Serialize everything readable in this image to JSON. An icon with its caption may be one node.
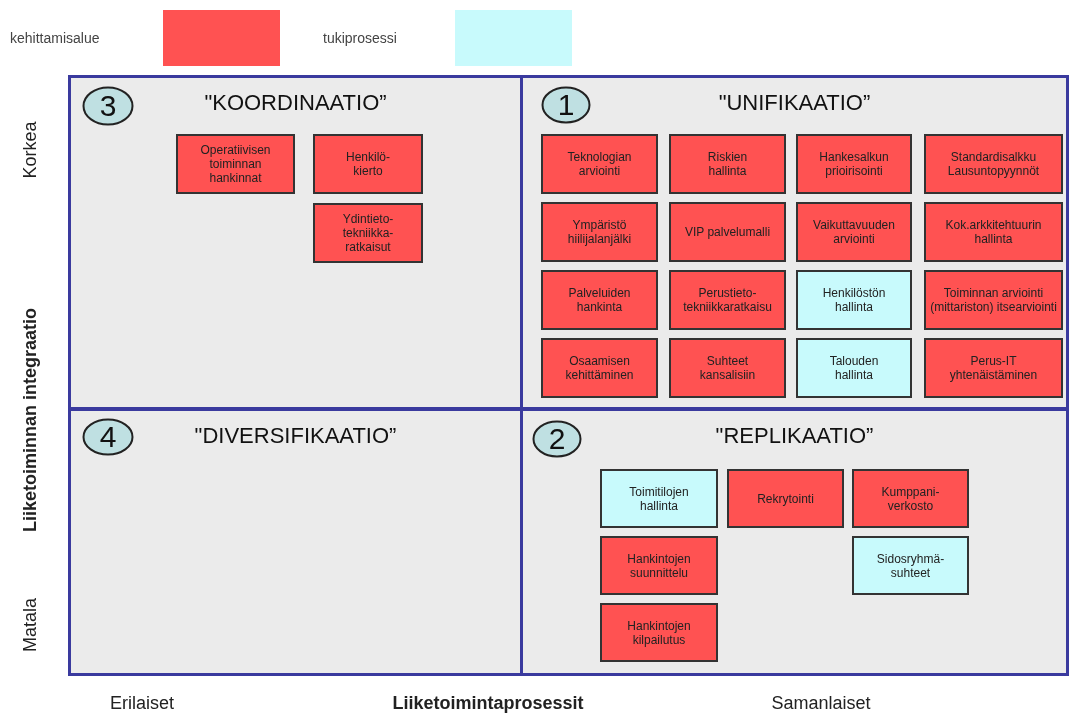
{
  "diagram": {
    "nodes": [
      {
        "text": [
          "\"KOORDINAATIO”"
        ]
      },
      {
        "text": [
          "3"
        ],
        "in": 0
      },
      {
        "text": [
          "Operatiivisen toiminnan hankinnat"
        ],
        "in": 0
      },
      {
        "text": [
          "Henkilö- kierto"
        ],
        "in": 0
      },
      {
        "text": [
          "Ydintieto- tekniikka- ratkaisut"
        ],
        "in": 0
      },
      {
        "text": [
          "\"UNIFIKAATIO”"
        ]
      },
      {
        "text": [
          "1"
        ],
        "in": 5
      },
      {
        "text": [
          "Teknologian arviointi"
        ],
        "in": 5
      },
      {
        "text": [
          "Riskien hallinta"
        ],
        "in": 5
      },
      {
        "text": [
          "Hankesalkun prioirisointi"
        ],
        "in": 5
      },
      {
        "text": [
          "Standardisalkku Lausuntopyynnöt"
        ],
        "in": 5
      },
      {
        "text": [
          "Ympäristö hiilijalanjälki"
        ],
        "in": 5
      },
      {
        "text": [
          "VIP palvelumalli"
        ],
        "in": 5
      },
      {
        "text": [
          "Vaikuttavuuden arviointi"
        ],
        "in": 5
      },
      {
        "text": [
          "Kok.arkkitehtuurin hallinta"
        ],
        "in": 5
      },
      {
        "text": [
          "Palveluiden hankinta"
        ],
        "in": 5
      },
      {
        "text": [
          "Perustieto- tekniikkaratkaisu"
        ],
        "in": 5
      },
      {
        "text": [
          "Henkilöstön hallinta"
        ],
        "in": 5
      },
      {
        "text": [
          "Toiminnan arviointi (mittariston) itsearviointi"
        ],
        "in": 5
      },
      {
        "text": [
          "Osaamisen kehittäminen"
        ],
        "in": 5
      },
      {
        "text": [
          "Suhteet kansalisiin"
        ],
        "in": 5
      },
      {
        "text": [
          "Talouden hallinta"
        ],
        "in": 5
      },
      {
        "text": [
          "Perus-IT yhtenäistäminen"
        ],
        "in": 5
      },
      {
        "text": [
          "\"DIVERSIFIKAATIO”"
        ]
      },
      {
        "text": [
          "4"
        ],
        "in": 23
      },
      {
        "text": [
          "\"REPLIKAATIO”"
        ]
      },
      {
        "text": [
          "2"
        ],
        "in": 25
      },
      {
        "text": [
          "Toimitilojen hallinta"
        ],
        "in": 25
      },
      {
        "text": [
          "Rekrytointi"
        ],
        "in": 25
      },
      {
        "text": [
          "Kumppani- verkosto"
        ],
        "in": 25
      },
      {
        "text": [
          "Hankintojen suunnittelu"
        ],
        "in": 25
      },
      {
        "text": [
          "Sidosryhmä- suhteet"
        ],
        "in": 25
      },
      {
        "text": [
          "Hankintojen kilpailutus"
        ],
        "in": 25
      }
    ],
    "labels": [
      "Korkea",
      "Liiketoiminnan integraatio",
      "Matala",
      "Erilaiset",
      "Liiketoimintaprosessit",
      "Samanlaiset"
    ],
    "legend": [
      {
        "text": "kehittamisalue",
        "color": "#ff5252"
      },
      {
        "text": "tukiprosessi",
        "color": "#c8fafc"
      }
    ]
  }
}
